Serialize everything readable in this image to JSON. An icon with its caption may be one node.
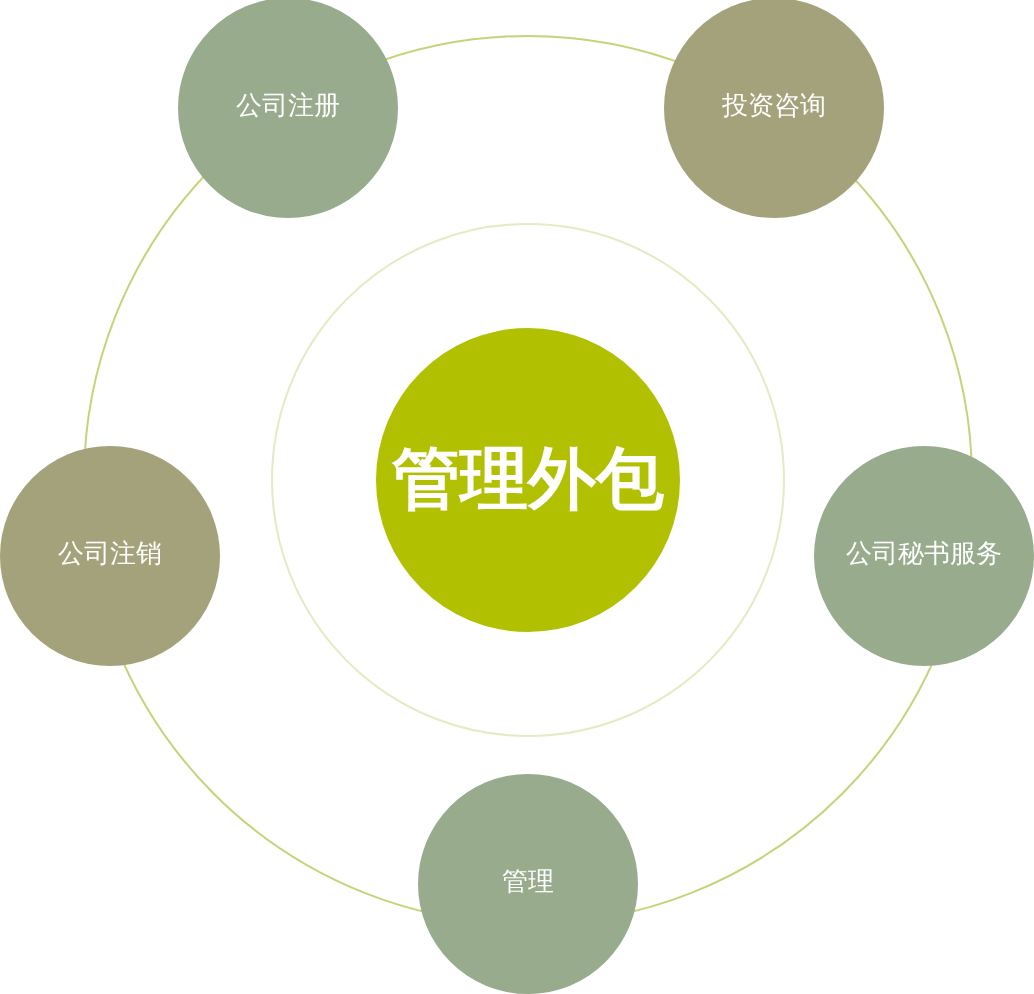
{
  "diagram": {
    "nodes": [
      {
        "text": [
          "公司注册"
        ]
      },
      {
        "text": [
          "投资咨询"
        ]
      },
      {
        "text": [
          "管理外包"
        ]
      },
      {
        "text": [
          "公司注销"
        ]
      },
      {
        "text": [
          "公司秘书服务"
        ]
      },
      {
        "text": [
          "管理"
        ]
      }
    ]
  }
}
